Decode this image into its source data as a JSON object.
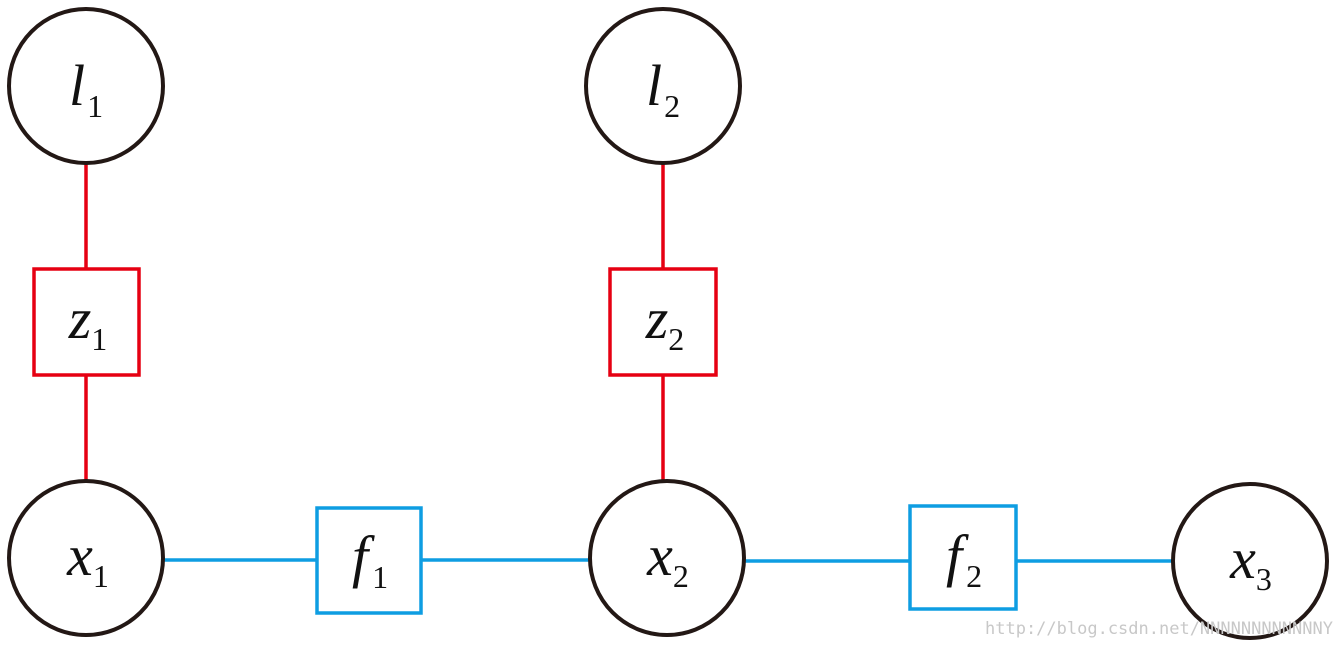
{
  "colors": {
    "node_stroke": "#231815",
    "landmark_factor": "#e60012",
    "odometry_factor": "#0e9de2"
  },
  "nodes": {
    "l1": {
      "symbol": "l",
      "subscript": "1"
    },
    "l2": {
      "symbol": "l",
      "subscript": "2"
    },
    "x1": {
      "symbol": "x",
      "subscript": "1"
    },
    "x2": {
      "symbol": "x",
      "subscript": "2"
    },
    "x3": {
      "symbol": "x",
      "subscript": "3"
    }
  },
  "factors": {
    "z1": {
      "symbol": "z",
      "subscript": "1"
    },
    "z2": {
      "symbol": "z",
      "subscript": "2"
    },
    "f1": {
      "symbol": "f",
      "subscript": "1"
    },
    "f2": {
      "symbol": "f",
      "subscript": "2"
    }
  },
  "edges": [
    {
      "from": "l1",
      "to": "z1",
      "color": "red"
    },
    {
      "from": "z1",
      "to": "x1",
      "color": "red"
    },
    {
      "from": "l2",
      "to": "z2",
      "color": "red"
    },
    {
      "from": "z2",
      "to": "x2",
      "color": "red"
    },
    {
      "from": "x1",
      "to": "f1",
      "color": "blue"
    },
    {
      "from": "f1",
      "to": "x2",
      "color": "blue"
    },
    {
      "from": "x2",
      "to": "f2",
      "color": "blue"
    },
    {
      "from": "f2",
      "to": "x3",
      "color": "blue"
    }
  ],
  "watermark": "http://blog.csdn.net/NNNNNNNNNNNNY"
}
